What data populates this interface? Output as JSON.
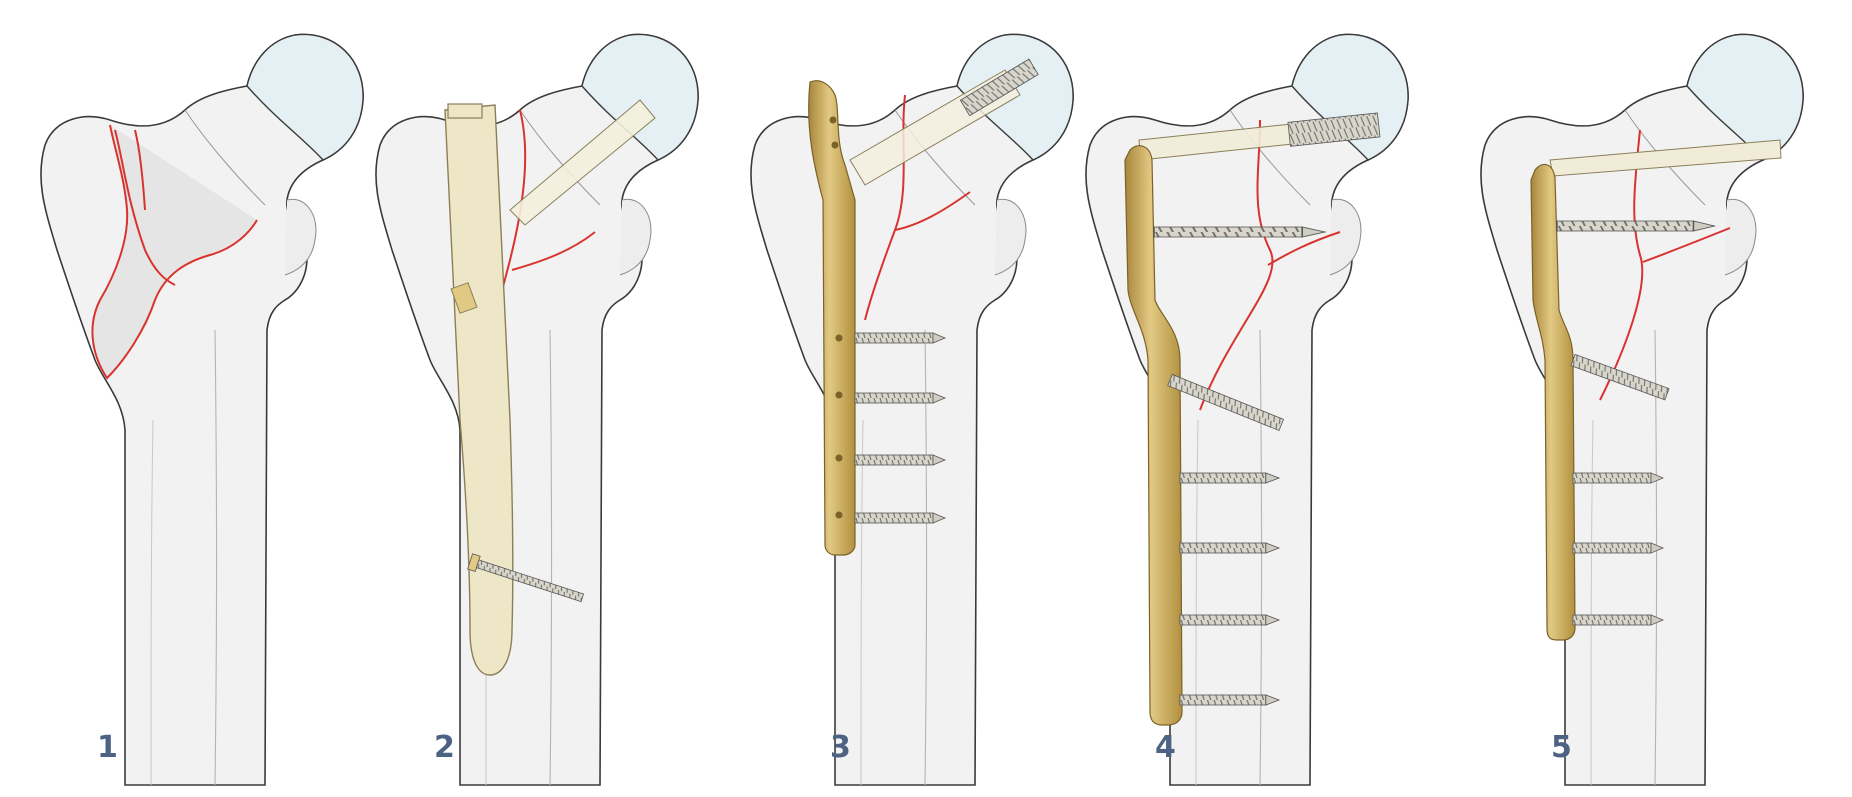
{
  "figure": {
    "panels": [
      {
        "label": "1"
      },
      {
        "label": "2"
      },
      {
        "label": "3"
      },
      {
        "label": "4"
      },
      {
        "label": "5"
      }
    ]
  },
  "colors": {
    "bone_fill": "#f2f2f3",
    "bone_outline": "#3a3a3a",
    "femoral_head": "#e4f0f4",
    "fracture_line": "#d9332f",
    "implant_light": "#eee7c7",
    "implant_gold": "#c9a758",
    "screw": "#9e9e92",
    "label": "#4d6384"
  },
  "icons": [
    "femur-illustration",
    "fracture-line",
    "intramedullary-nail",
    "locking-plate",
    "cortical-screw"
  ]
}
